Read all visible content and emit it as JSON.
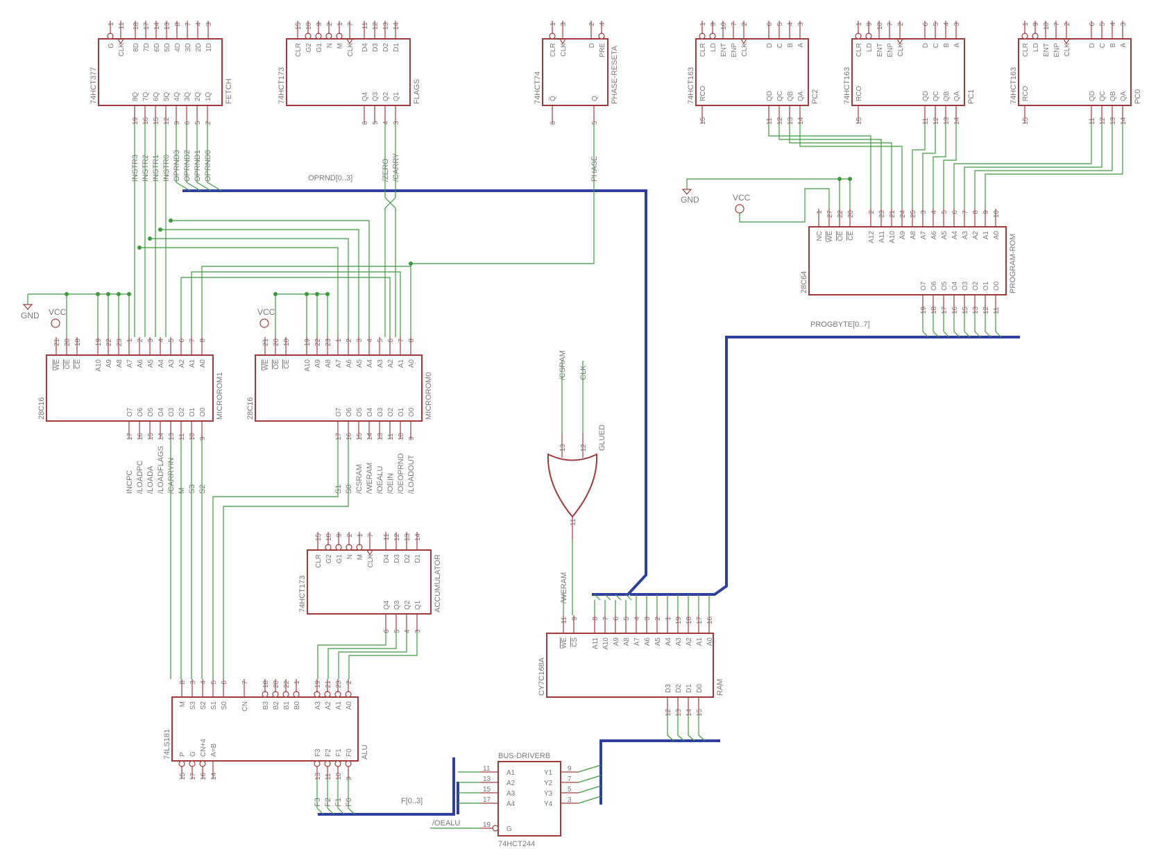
{
  "chips": [
    {
      "ref": "74HCT377",
      "name": "FETCH",
      "top_pins": [
        {
          "n": "1",
          "l": "G",
          "bub": true
        },
        {
          "n": "11",
          "l": "CLK",
          "clk": true
        },
        {
          "n": "18",
          "l": "8D"
        },
        {
          "n": "17",
          "l": "7D"
        },
        {
          "n": "14",
          "l": "6D"
        },
        {
          "n": "13",
          "l": "5D"
        },
        {
          "n": "8",
          "l": "4D"
        },
        {
          "n": "7",
          "l": "3D"
        },
        {
          "n": "4",
          "l": "2D"
        },
        {
          "n": "3",
          "l": "1D"
        }
      ],
      "bottom_pins": [
        {
          "n": "19",
          "l": "8Q"
        },
        {
          "n": "16",
          "l": "7Q"
        },
        {
          "n": "15",
          "l": "6Q"
        },
        {
          "n": "12",
          "l": "5Q"
        },
        {
          "n": "9",
          "l": "4Q"
        },
        {
          "n": "6",
          "l": "3Q"
        },
        {
          "n": "5",
          "l": "2Q"
        },
        {
          "n": "2",
          "l": "1Q"
        }
      ]
    },
    {
      "ref": "74HCT173",
      "name": "FLAGS",
      "top_pins": [
        {
          "n": "15",
          "l": "CLR"
        },
        {
          "n": "10",
          "l": "G2",
          "bub": true
        },
        {
          "n": "9",
          "l": "G1",
          "bub": true
        },
        {
          "n": "2",
          "l": "N",
          "bub": true
        },
        {
          "n": "1",
          "l": "M",
          "bub": true
        },
        {
          "n": "7",
          "l": "CLK",
          "clk": true
        },
        {
          "n": "11",
          "l": "D4"
        },
        {
          "n": "12",
          "l": "D3"
        },
        {
          "n": "13",
          "l": "D2"
        },
        {
          "n": "14",
          "l": "D1"
        }
      ],
      "bottom_pins": [
        {
          "n": "6",
          "l": "Q4"
        },
        {
          "n": "5",
          "l": "Q3"
        },
        {
          "n": "4",
          "l": "Q2"
        },
        {
          "n": "3",
          "l": "Q1"
        }
      ]
    },
    {
      "ref": "74HCT74",
      "name": "PHASE-RESETA",
      "top_pins": [
        {
          "n": "1",
          "l": "CLR",
          "bub": true
        },
        {
          "n": "3",
          "l": "CLK",
          "clk": true
        },
        {
          "n": "2",
          "l": "D"
        },
        {
          "n": "4",
          "l": "PRE",
          "bub": true
        }
      ],
      "bottom_pins": [
        {
          "n": "6",
          "l": "Q̅"
        },
        {
          "n": "5",
          "l": "Q"
        }
      ]
    },
    {
      "ref": "74HCT163",
      "name": "PC2",
      "top_pins": [
        {
          "n": "1",
          "l": "CLR",
          "bub": true
        },
        {
          "n": "9",
          "l": "LD",
          "bub": true
        },
        {
          "n": "10",
          "l": "ENT"
        },
        {
          "n": "7",
          "l": "ENP"
        },
        {
          "n": "2",
          "l": "CLK",
          "clk": true
        },
        {
          "n": "6",
          "l": "D"
        },
        {
          "n": "5",
          "l": "C"
        },
        {
          "n": "4",
          "l": "B"
        },
        {
          "n": "3",
          "l": "A"
        }
      ],
      "bottom_pins": [
        {
          "n": "15",
          "l": "RCO"
        },
        {
          "n": "11",
          "l": "QD"
        },
        {
          "n": "12",
          "l": "QC"
        },
        {
          "n": "13",
          "l": "QB"
        },
        {
          "n": "14",
          "l": "QA"
        }
      ]
    },
    {
      "ref": "74HCT163",
      "name": "PC1",
      "top_pins": [
        {
          "n": "1",
          "l": "CLR",
          "bub": true
        },
        {
          "n": "9",
          "l": "LD",
          "bub": true
        },
        {
          "n": "10",
          "l": "ENT"
        },
        {
          "n": "7",
          "l": "ENP"
        },
        {
          "n": "2",
          "l": "CLK",
          "clk": true
        },
        {
          "n": "6",
          "l": "D"
        },
        {
          "n": "5",
          "l": "C"
        },
        {
          "n": "4",
          "l": "B"
        },
        {
          "n": "3",
          "l": "A"
        }
      ],
      "bottom_pins": [
        {
          "n": "15",
          "l": "RCO"
        },
        {
          "n": "11",
          "l": "QD"
        },
        {
          "n": "12",
          "l": "QC"
        },
        {
          "n": "13",
          "l": "QB"
        },
        {
          "n": "14",
          "l": "QA"
        }
      ]
    },
    {
      "ref": "74HCT163",
      "name": "PC0",
      "top_pins": [
        {
          "n": "1",
          "l": "CLR",
          "bub": true
        },
        {
          "n": "9",
          "l": "LD",
          "bub": true
        },
        {
          "n": "10",
          "l": "ENT"
        },
        {
          "n": "7",
          "l": "ENP"
        },
        {
          "n": "2",
          "l": "CLK",
          "clk": true
        },
        {
          "n": "6",
          "l": "D"
        },
        {
          "n": "5",
          "l": "C"
        },
        {
          "n": "4",
          "l": "B"
        },
        {
          "n": "3",
          "l": "A"
        }
      ],
      "bottom_pins": [
        {
          "n": "15",
          "l": "RCO"
        },
        {
          "n": "11",
          "l": "QD"
        },
        {
          "n": "12",
          "l": "QC"
        },
        {
          "n": "13",
          "l": "QB"
        },
        {
          "n": "14",
          "l": "QA"
        }
      ]
    },
    {
      "ref": "28C64",
      "name": "PROGRAM-ROM",
      "top_pins": [
        {
          "n": "1",
          "l": "NC"
        },
        {
          "n": "27",
          "l": "WE",
          "bar": true
        },
        {
          "n": "22",
          "l": "OE",
          "bar": true
        },
        {
          "n": "20",
          "l": "CE",
          "bar": true
        },
        {
          "n": "2",
          "l": "A12"
        },
        {
          "n": "23",
          "l": "A11"
        },
        {
          "n": "21",
          "l": "A10"
        },
        {
          "n": "24",
          "l": "A9"
        },
        {
          "n": "25",
          "l": "A8"
        },
        {
          "n": "3",
          "l": "A7"
        },
        {
          "n": "4",
          "l": "A6"
        },
        {
          "n": "5",
          "l": "A5"
        },
        {
          "n": "6",
          "l": "A4"
        },
        {
          "n": "7",
          "l": "A3"
        },
        {
          "n": "8",
          "l": "A2"
        },
        {
          "n": "9",
          "l": "A1"
        },
        {
          "n": "10",
          "l": "A0"
        }
      ],
      "bottom_pins": [
        {
          "n": "19",
          "l": "O7"
        },
        {
          "n": "18",
          "l": "O6"
        },
        {
          "n": "17",
          "l": "O5"
        },
        {
          "n": "16",
          "l": "O4"
        },
        {
          "n": "15",
          "l": "O3"
        },
        {
          "n": "13",
          "l": "O2"
        },
        {
          "n": "12",
          "l": "O1"
        },
        {
          "n": "11",
          "l": "O0"
        }
      ]
    },
    {
      "ref": "28C16",
      "name": "MICROROM1",
      "top_pins": [
        {
          "n": "21",
          "l": "WE",
          "bar": true
        },
        {
          "n": "20",
          "l": "OE",
          "bar": true
        },
        {
          "n": "18",
          "l": "CE",
          "bar": true
        },
        {
          "n": "19",
          "l": "A10"
        },
        {
          "n": "22",
          "l": "A9"
        },
        {
          "n": "23",
          "l": "A8"
        },
        {
          "n": "1",
          "l": "A7"
        },
        {
          "n": "2",
          "l": "A6"
        },
        {
          "n": "3",
          "l": "A5"
        },
        {
          "n": "4",
          "l": "A4"
        },
        {
          "n": "5",
          "l": "A3"
        },
        {
          "n": "6",
          "l": "A2"
        },
        {
          "n": "7",
          "l": "A1"
        },
        {
          "n": "8",
          "l": "A0"
        }
      ],
      "bottom_pins": [
        {
          "n": "17",
          "l": "O7"
        },
        {
          "n": "16",
          "l": "O6"
        },
        {
          "n": "15",
          "l": "O5"
        },
        {
          "n": "14",
          "l": "O4"
        },
        {
          "n": "13",
          "l": "O3"
        },
        {
          "n": "11",
          "l": "O2"
        },
        {
          "n": "10",
          "l": "O1"
        },
        {
          "n": "9",
          "l": "O0"
        }
      ]
    },
    {
      "ref": "28C16",
      "name": "MICROROM0",
      "top_pins": [
        {
          "n": "21",
          "l": "WE",
          "bar": true
        },
        {
          "n": "20",
          "l": "OE",
          "bar": true
        },
        {
          "n": "18",
          "l": "CE",
          "bar": true
        },
        {
          "n": "19",
          "l": "A10"
        },
        {
          "n": "22",
          "l": "A9"
        },
        {
          "n": "23",
          "l": "A8"
        },
        {
          "n": "1",
          "l": "A7"
        },
        {
          "n": "2",
          "l": "A6"
        },
        {
          "n": "3",
          "l": "A5"
        },
        {
          "n": "4",
          "l": "A4"
        },
        {
          "n": "5",
          "l": "A3"
        },
        {
          "n": "6",
          "l": "A2"
        },
        {
          "n": "7",
          "l": "A1"
        },
        {
          "n": "8",
          "l": "A0"
        }
      ],
      "bottom_pins": [
        {
          "n": "17",
          "l": "O7"
        },
        {
          "n": "16",
          "l": "O6"
        },
        {
          "n": "15",
          "l": "O5"
        },
        {
          "n": "14",
          "l": "O4"
        },
        {
          "n": "13",
          "l": "O3"
        },
        {
          "n": "11",
          "l": "O2"
        },
        {
          "n": "10",
          "l": "O1"
        },
        {
          "n": "9",
          "l": "O0"
        }
      ]
    },
    {
      "ref": "74HCT173",
      "name": "ACCUMULATOR",
      "top_pins": [
        {
          "n": "15",
          "l": "CLR"
        },
        {
          "n": "10",
          "l": "G2",
          "bub": true
        },
        {
          "n": "9",
          "l": "G1",
          "bub": true
        },
        {
          "n": "2",
          "l": "N",
          "bub": true
        },
        {
          "n": "1",
          "l": "M",
          "bub": true
        },
        {
          "n": "7",
          "l": "CLK",
          "clk": true
        },
        {
          "n": "11",
          "l": "D4"
        },
        {
          "n": "12",
          "l": "D3"
        },
        {
          "n": "13",
          "l": "D2"
        },
        {
          "n": "14",
          "l": "D1"
        }
      ],
      "bottom_pins": [
        {
          "n": "6",
          "l": "Q4"
        },
        {
          "n": "5",
          "l": "Q3"
        },
        {
          "n": "4",
          "l": "Q2"
        },
        {
          "n": "3",
          "l": "Q1"
        }
      ]
    },
    {
      "ref": "74LS181",
      "name": "ALU",
      "top_pins": [
        {
          "n": "8",
          "l": "M"
        },
        {
          "n": "3",
          "l": "S3"
        },
        {
          "n": "4",
          "l": "S2"
        },
        {
          "n": "5",
          "l": "S1"
        },
        {
          "n": "6",
          "l": "S0"
        },
        {
          "n": "7",
          "l": "CN"
        },
        {
          "n": "18",
          "l": "B3",
          "bub": true
        },
        {
          "n": "20",
          "l": "B2",
          "bub": true
        },
        {
          "n": "22",
          "l": "B1",
          "bub": true
        },
        {
          "n": "1",
          "l": "B0",
          "bub": true
        },
        {
          "n": "19",
          "l": "A3",
          "bub": true
        },
        {
          "n": "21",
          "l": "A2",
          "bub": true
        },
        {
          "n": "23",
          "l": "A1",
          "bub": true
        },
        {
          "n": "2",
          "l": "A0",
          "bub": true
        }
      ],
      "bottom_pins": [
        {
          "n": "15",
          "l": "P",
          "bub": true
        },
        {
          "n": "17",
          "l": "G",
          "bub": true
        },
        {
          "n": "16",
          "l": "CN+4",
          "bub": true
        },
        {
          "n": "14",
          "l": "A=B"
        },
        {
          "n": "13",
          "l": "F3",
          "bub": true
        },
        {
          "n": "11",
          "l": "F2",
          "bub": true
        },
        {
          "n": "10",
          "l": "F1",
          "bub": true
        },
        {
          "n": "9",
          "l": "F0",
          "bub": true
        }
      ]
    },
    {
      "ref": "CY7C168A",
      "name": "RAM",
      "top_pins": [
        {
          "n": "11",
          "l": "WE",
          "bar": true
        },
        {
          "n": "9",
          "l": "CS",
          "bar": true
        },
        {
          "n": "8",
          "l": "A11"
        },
        {
          "n": "7",
          "l": "A10"
        },
        {
          "n": "6",
          "l": "A9"
        },
        {
          "n": "5",
          "l": "A8"
        },
        {
          "n": "4",
          "l": "A7"
        },
        {
          "n": "3",
          "l": "A6"
        },
        {
          "n": "2",
          "l": "A5"
        },
        {
          "n": "1",
          "l": "A4"
        },
        {
          "n": "19",
          "l": "A3"
        },
        {
          "n": "18",
          "l": "A2"
        },
        {
          "n": "17",
          "l": "A1"
        },
        {
          "n": "16",
          "l": "A0"
        }
      ],
      "bottom_pins": [
        {
          "n": "12",
          "l": "D3"
        },
        {
          "n": "13",
          "l": "D2"
        },
        {
          "n": "14",
          "l": "D1"
        },
        {
          "n": "15",
          "l": "D0"
        }
      ]
    }
  ],
  "bus_driver": {
    "ref": "74HCT244",
    "name": "BUS-DRIVERB",
    "in_pins": [
      {
        "n": "11",
        "l": "A1"
      },
      {
        "n": "13",
        "l": "A2"
      },
      {
        "n": "15",
        "l": "A3"
      },
      {
        "n": "17",
        "l": "A4"
      }
    ],
    "out_pins": [
      {
        "n": "9",
        "l": "Y1"
      },
      {
        "n": "7",
        "l": "Y2"
      },
      {
        "n": "5",
        "l": "Y3"
      },
      {
        "n": "3",
        "l": "Y4"
      }
    ],
    "g_pin": {
      "n": "19",
      "l": "G"
    }
  },
  "or_gate": {
    "name": "GLUED",
    "in_pins": [
      "13",
      "12"
    ],
    "out_pin": "11"
  },
  "power": {
    "gnd": "GND",
    "vcc": "VCC"
  },
  "buses": {
    "oprnd": "OPRND[0..3]",
    "progbyte": "PROGBYTE[0..7]",
    "f": "F[0..3]"
  },
  "signals": {
    "fetch_out": [
      "INSTR3",
      "INSTR2",
      "INSTR1",
      "INSTR0",
      "OPRND3",
      "OPRND2",
      "OPRND1",
      "OPRND0"
    ],
    "flags_out": [
      "/ZERO",
      "/CARRY"
    ],
    "phase": "PHASE",
    "mrom1_out": [
      "INCPC",
      "/LOADPC",
      "/LOADA",
      "/LOADFLAGS",
      "/CARRYIN",
      "M",
      "S3",
      "S2"
    ],
    "mrom0_out": [
      "S1",
      "S0",
      "/CSRAM",
      "/WERAM",
      "/OEALU",
      "/OEIN",
      "/OEOPRND",
      "/LOADOUT"
    ],
    "glue_in": [
      "/CSRAM",
      "CLK"
    ],
    "weram": "/WERAM",
    "alu_f": [
      "F3",
      "F2",
      "F1",
      "F0"
    ],
    "oealu": "/OEALU"
  }
}
